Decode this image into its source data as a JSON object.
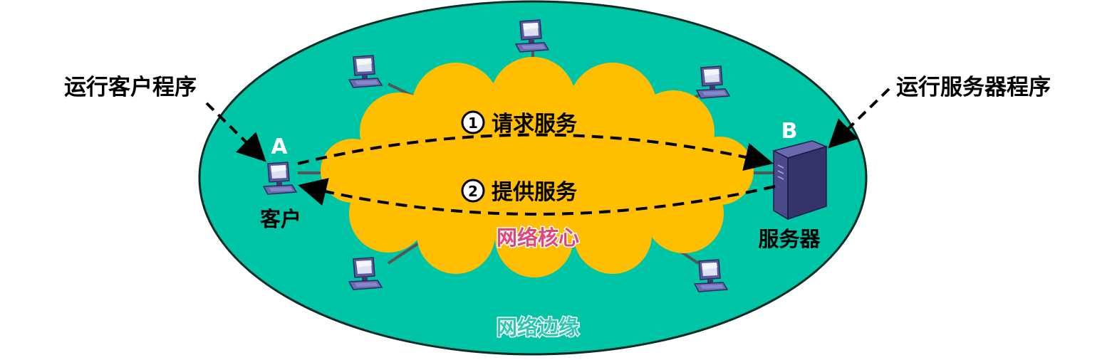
{
  "labels": {
    "client_program": "运行客户程序",
    "server_program": "运行服务器程序",
    "host_a": "A",
    "host_b": "B",
    "client": "客户",
    "server": "服务器",
    "network_core": "网络核心",
    "network_edge": "网络边缘"
  },
  "steps": [
    {
      "number": "1",
      "label": "请求服务"
    },
    {
      "number": "2",
      "label": "提供服务"
    }
  ],
  "colors": {
    "edge_fill": "#00c4a6",
    "core_fill": "#ffbe00",
    "link_line": "#555555",
    "core_label": "#e0457b",
    "edge_label": "#2fc7b0",
    "computer": "#5a5aa0",
    "server": "#3c3c78"
  },
  "icons": {
    "host": "desktop-computer-icon",
    "server": "server-tower-icon"
  }
}
